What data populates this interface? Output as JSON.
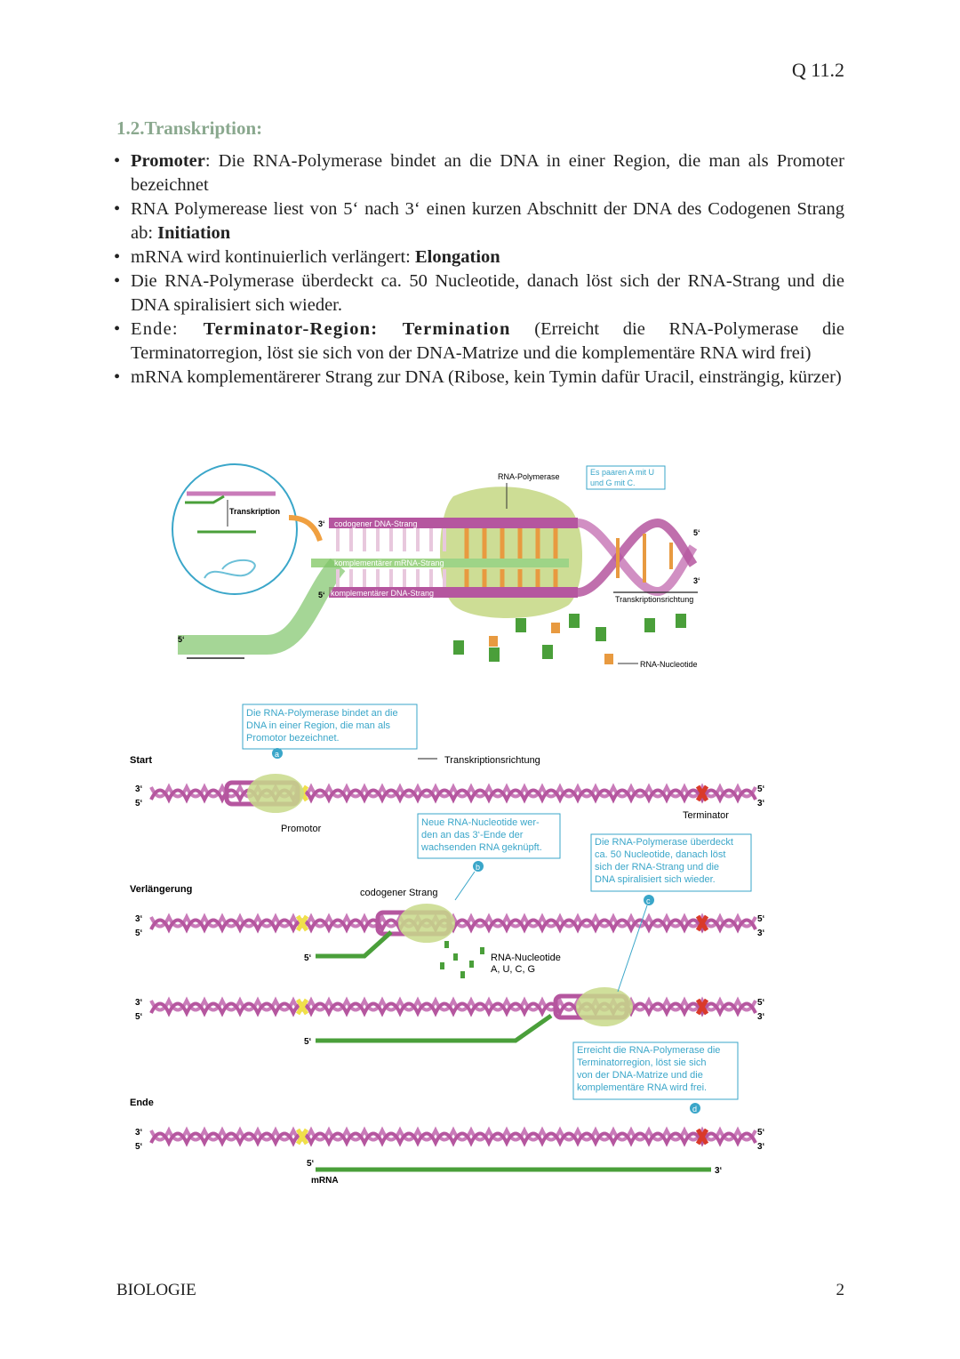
{
  "header": {
    "course": "Q 11.2"
  },
  "section": {
    "title": "1.2.Transkription:"
  },
  "bullets": [
    {
      "b1": "Promoter",
      "t1": ": Die RNA-Polymerase bindet an die DNA in einer Region, die man als Promoter bezeichnet"
    },
    {
      "t1": "RNA Polymerease liest von 5‘ nach 3‘ einen kurzen Abschnitt der DNA des Codogenen Strang ab: ",
      "b1": "Initiation"
    },
    {
      "t1": "mRNA wird kontinuierlich verlängert: ",
      "b1": "Elongation"
    },
    {
      "t1": "Die RNA-Polymerase überdeckt ca. 50 Nucleotide, danach löst sich der RNA-Strang und die DNA spiralisiert sich wieder."
    },
    {
      "t1": "Ende: ",
      "b1": "Terminator-Region: Termination",
      "t2": " (Erreicht die RNA-Polymerase die Terminatorregion, löst sie sich von der DNA-Matrize und die komplementäre RNA wird frei)"
    },
    {
      "t1": "mRNA komplementärerer Strang zur DNA (Ribose, kein Tymin dafür Uracil, einsträngig, kürzer)"
    }
  ],
  "figure1": {
    "inset_label": "Transkription",
    "polymerase": "RNA-Polymerase",
    "pairing_note": "Es paaren A mit U und G mit C.",
    "codogen": "codogener DNA-Strang",
    "mrna": "komplementärer mRNA-Strang",
    "dna": "komplementärer DNA-Strang",
    "direction": "Transkriptionsrichtung",
    "nucleotides": "RNA-Nucleotide",
    "p3": "3‘",
    "p5": "5‘"
  },
  "figure2": {
    "start": "Start",
    "elong": "Verlängerung",
    "end": "Ende",
    "direction": "Transkriptionsrichtung",
    "promotor": "Promotor",
    "terminator": "Terminator",
    "codogen": "codogener Strang",
    "nucleotides": "RNA-Nucleotide",
    "nucleotide_types": "A, U, C, G",
    "mrna": "mRNA",
    "note_a": [
      "Die RNA-Polymerase bindet an die",
      "DNA in einer Region, die man als",
      "Promotor bezeichnet."
    ],
    "note_b": [
      "Neue RNA-Nucleotide wer-",
      "den an das 3‘-Ende der",
      "wachsenden RNA geknüpft."
    ],
    "note_c": [
      "Die RNA-Polymerase überdeckt",
      "ca. 50 Nucleotide, danach löst",
      "sich der RNA-Strang und die",
      "DNA spiralisiert sich wieder."
    ],
    "note_d": [
      "Erreicht die RNA-Polymerase die",
      "Terminatorregion, löst sie sich",
      "von der DNA-Matrize und die",
      "komplementäre RNA wird frei."
    ],
    "marker_a": "a",
    "marker_b": "b",
    "marker_c": "c",
    "marker_d": "d",
    "p3": "3‘",
    "p5": "5‘"
  },
  "footer": {
    "subject": "BIOLOGIE",
    "page": "2"
  },
  "colors": {
    "dna": "#c97bb9",
    "polymerase": "#c8d98a",
    "rna": "#4a9f3a",
    "note_border": "#3aa6c9",
    "promotor": "#f0e04a",
    "terminator": "#d93a2a"
  }
}
